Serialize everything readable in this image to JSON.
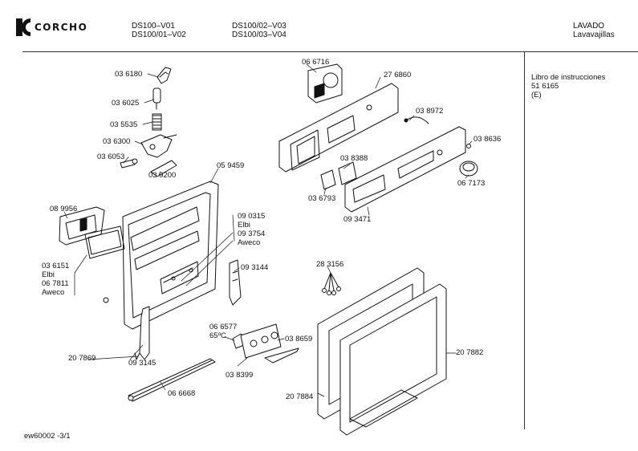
{
  "header": {
    "brand": "CORCHO",
    "models_col1": [
      "DS100–V01",
      "DS100/01–V02"
    ],
    "models_col2": [
      "DS100/02–V03",
      "DS100/03–V04"
    ],
    "category": [
      "LAVADO",
      "Lavavajillas"
    ]
  },
  "side_note": [
    "Libro de instrucciones",
    "51 6165",
    "(E)"
  ],
  "footer": "ew60002  -3/1",
  "parts": {
    "p036180": "03 6180",
    "p036025": "03 6025",
    "p035535": "03 5535",
    "p036300": "03 6300",
    "p036053": "03 6053",
    "p039200": "03 9200",
    "p059459": "05 9459",
    "p089956": "08 9956",
    "p090315": "09 0315",
    "elbi1": "Elbi",
    "p093754": "09 3754",
    "aweco1": "Aweco",
    "p093144": "09 3144",
    "p036151": "03 6151",
    "elbi2": "Elbi",
    "p067811": "06 7811",
    "aweco2": "Aweco",
    "p066716": "06 6716",
    "p276860": "27 6860",
    "p038972": "03 8972",
    "p038636": "03 8636",
    "p038388": "03 8388",
    "p036793": "03 6793",
    "p067173": "06 7173",
    "p093471": "09 3471",
    "p283156": "28 3156",
    "p066577": "06 6577",
    "temp": "65ºC",
    "p038659": "03 8659",
    "p038399": "03 8399",
    "p207869": "20 7869",
    "p093145": "09 3145",
    "p066668": "06 6668",
    "p207884": "20 7884",
    "p207882": "20 7882"
  }
}
